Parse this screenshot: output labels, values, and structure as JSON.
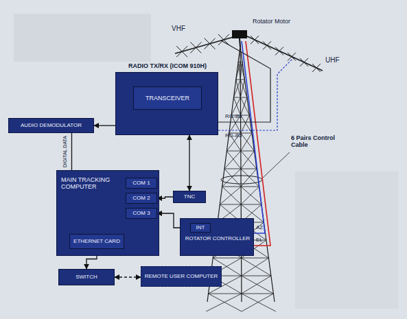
{
  "diagram": {
    "nodes": [
      {
        "text": [
          "RADIO TX/RX (ICOM 910H)"
        ]
      },
      {
        "text": [
          "TRANSCEIVER"
        ],
        "in": 0
      },
      {
        "text": [
          "AUDIO DEMODULATOR"
        ]
      },
      {
        "text": [
          "MAIN TRACKING COMPUTER"
        ]
      },
      {
        "text": [
          "COM 1"
        ],
        "in": 3
      },
      {
        "text": [
          "COM 2"
        ],
        "in": 3
      },
      {
        "text": [
          "COM 3"
        ],
        "in": 3
      },
      {
        "text": [
          "ETHERNET CARD"
        ],
        "in": 3
      },
      {
        "text": [
          "TNC"
        ]
      },
      {
        "text": [
          "ROTATOR CONTROLLER"
        ]
      },
      {
        "text": [
          "INT"
        ],
        "in": 9
      },
      {
        "text": [
          "SWITCH"
        ]
      },
      {
        "text": [
          "REMOTE USER COMPUTER"
        ]
      }
    ],
    "edges": [
      {
        "from": 0,
        "to": 2,
        "arrow": "to"
      },
      {
        "from": 3,
        "to": 2,
        "arrow": "none",
        "label": "DIGITAL DATA"
      },
      {
        "from": 8,
        "to": 5,
        "arrow": "to"
      },
      {
        "from": 6,
        "to": 10,
        "arrow": "both"
      },
      {
        "from": 0,
        "to": 8,
        "arrow": "both"
      },
      {
        "from": 7,
        "to": 11,
        "arrow": "both"
      },
      {
        "from": 11,
        "to": 12,
        "arrow": "both"
      }
    ],
    "labels": [
      "VHF",
      "UHF",
      "Rotator Motor",
      "6 Pairs Control Cable",
      "RG-8U",
      "RG-8U",
      "AZ",
      "EL"
    ]
  }
}
